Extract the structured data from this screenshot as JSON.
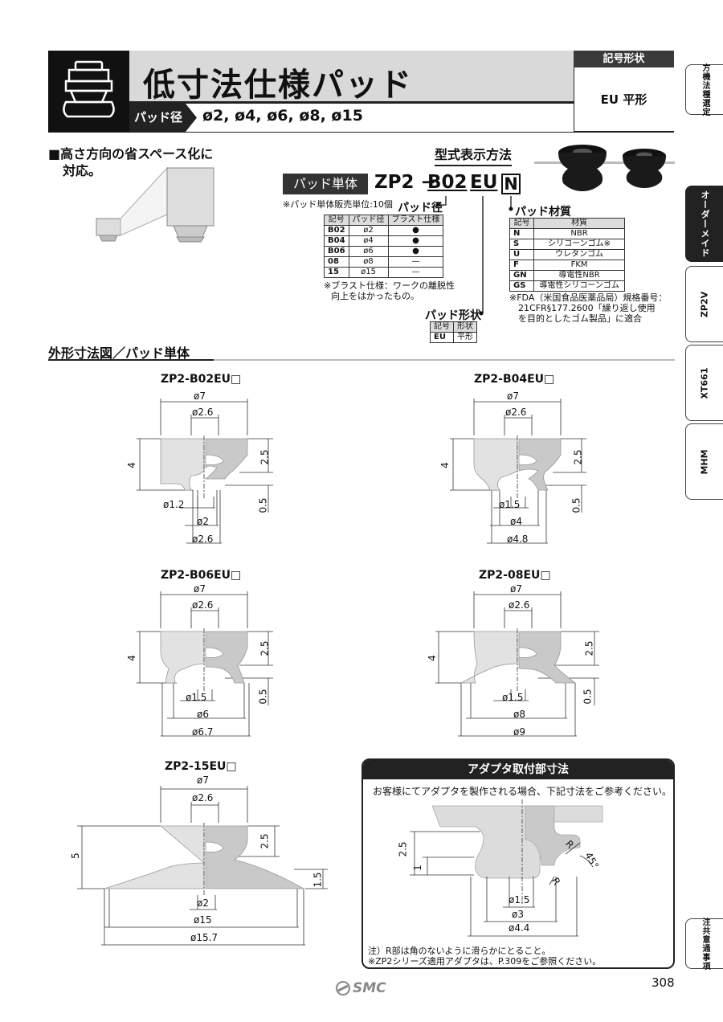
{
  "header": {
    "title": "低寸法仕様パッド",
    "pad_label": "パッド径",
    "sizes": "ø2, ø4, ø6, ø8, ø15",
    "symbol_label": "記号形状",
    "symbol_value": "EU 平形"
  },
  "side_tabs": [
    {
      "label": "方機法種選定"
    },
    {
      "label": "オーダーメイド"
    },
    {
      "label": "ZP2V"
    },
    {
      "label": "XT661"
    },
    {
      "label": "MHM"
    },
    {
      "label": "注共意通事項"
    }
  ],
  "feature": {
    "line1": "■高さ方向の省スペース化に",
    "line2": "対応。"
  },
  "model": {
    "section_title": "型式表示方法",
    "unit_label": "パッド単体",
    "code_prefix": "ZP2 − ",
    "code_b02": "B02",
    "code_eu": "EU",
    "code_n": "N",
    "note_unit": "※パッド単体販売単位:10個",
    "pad_dia_title": "パッド径",
    "pad_dia_headers": [
      "記号",
      "パッド径",
      "ブラスト仕様"
    ],
    "pad_dia_rows": [
      {
        "code": "B02",
        "dia": "ø2",
        "blast": "●"
      },
      {
        "code": "B04",
        "dia": "ø4",
        "blast": "●"
      },
      {
        "code": "B06",
        "dia": "ø6",
        "blast": "●"
      },
      {
        "code": "08",
        "dia": "ø8",
        "blast": "—"
      },
      {
        "code": "15",
        "dia": "ø15",
        "blast": "—"
      }
    ],
    "blast_note1": "※ブラスト仕様：ワークの離脱性",
    "blast_note2": "向上をはかったもの。",
    "shape_title": "パッド形状",
    "shape_headers": [
      "記号",
      "形状"
    ],
    "shape_rows": [
      {
        "code": "EU",
        "shape": "平形"
      }
    ],
    "material_title": "パッド材質",
    "material_headers": [
      "記号",
      "材質"
    ],
    "material_rows": [
      {
        "code": "N",
        "mat": "NBR"
      },
      {
        "code": "S",
        "mat": "シリコーンゴム※"
      },
      {
        "code": "U",
        "mat": "ウレタンゴム"
      },
      {
        "code": "F",
        "mat": "FKM"
      },
      {
        "code": "GN",
        "mat": "導電性NBR"
      },
      {
        "code": "GS",
        "mat": "導電性シリコーンゴム"
      }
    ],
    "fda_note1": "※FDA（米国食品医薬品局）規格番号：",
    "fda_note2": "21CFR§177.2600「繰り返し使用",
    "fda_note3": "を目的としたゴム製品」に適合"
  },
  "dimensions": {
    "section_title": "外形寸法図／パッド単体",
    "b02": {
      "title": "ZP2-B02EU□",
      "d_top": "ø7",
      "d_mid": "ø2.6",
      "h": "4",
      "h1": "2.5",
      "h2": "0.5",
      "d_a": "ø1.2",
      "d_b": "ø2",
      "d_c": "ø2.6"
    },
    "b04": {
      "title": "ZP2-B04EU□",
      "d_top": "ø7",
      "d_mid": "ø2.6",
      "h": "4",
      "h1": "2.5",
      "h2": "0.5",
      "d_a": "ø1.5",
      "d_b": "ø4",
      "d_c": "ø4.8"
    },
    "b06": {
      "title": "ZP2-B06EU□",
      "d_top": "ø7",
      "d_mid": "ø2.6",
      "h": "4",
      "h1": "2.5",
      "h2": "0.5",
      "d_a": "ø1.5",
      "d_b": "ø6",
      "d_c": "ø6.7"
    },
    "p08": {
      "title": "ZP2-08EU□",
      "d_top": "ø7",
      "d_mid": "ø2.6",
      "h": "4",
      "h1": "2.5",
      "h2": "0.5",
      "d_a": "ø1.5",
      "d_b": "ø8",
      "d_c": "ø9"
    },
    "p15": {
      "title": "ZP2-15EU□",
      "d_top": "ø7",
      "d_mid": "ø2.6",
      "h": "5",
      "h1": "2.5",
      "h2": "1.5",
      "d_a": "ø2",
      "d_b": "ø15",
      "d_c": "ø15.7"
    }
  },
  "adapter": {
    "title": "アダプタ取付部寸法",
    "intro": "お客様にてアダプタを製作される場合、下記寸法をご参考ください。",
    "h1": "2.5",
    "h2": "1",
    "r1": "R",
    "r2": "R",
    "angle": "45°",
    "d1": "ø1.5",
    "d2": "ø3",
    "d3": "ø4.4",
    "note1": "注）R部は角のないように滑らかにとること。",
    "note2": "※ZP2シリーズ適用アダプタは、P.309をご参照ください。"
  },
  "footer": {
    "brand": "SMC",
    "page": "308"
  }
}
